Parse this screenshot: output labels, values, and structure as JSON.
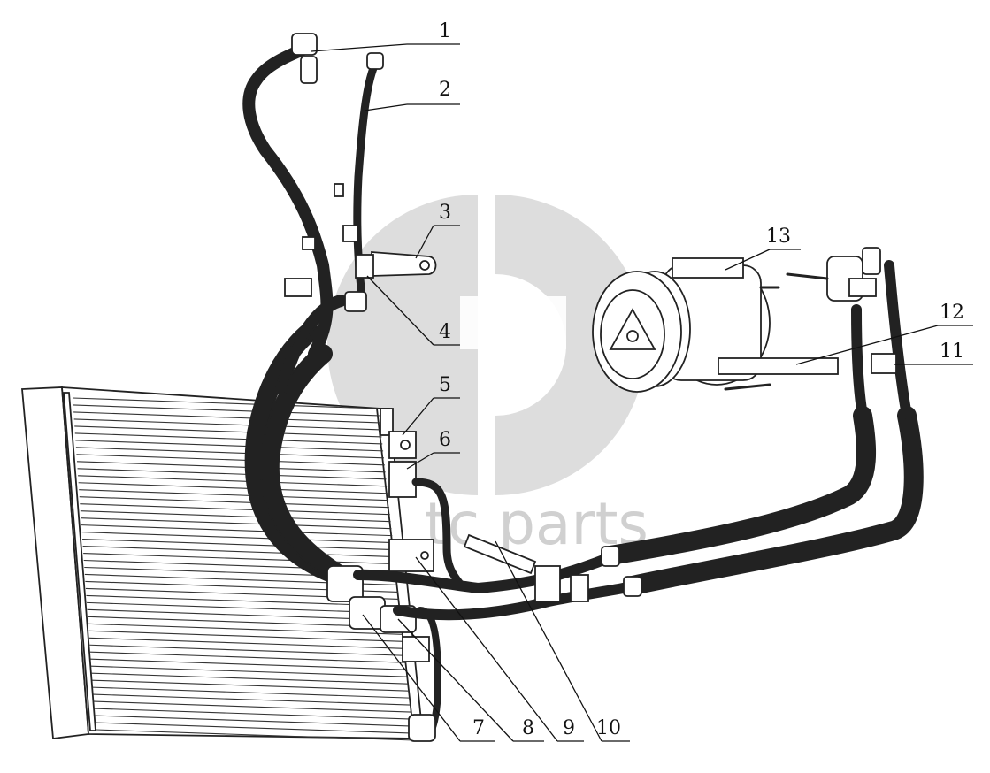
{
  "callouts": [
    {
      "number": "1"
    },
    {
      "number": "2"
    },
    {
      "number": "3"
    },
    {
      "number": "4"
    },
    {
      "number": "5"
    },
    {
      "number": "6"
    },
    {
      "number": "7"
    },
    {
      "number": "8"
    },
    {
      "number": "9"
    },
    {
      "number": "10"
    },
    {
      "number": "11"
    },
    {
      "number": "12"
    },
    {
      "number": "13"
    }
  ],
  "watermark": {
    "text": "tc parts",
    "color": "#c8c8c8"
  },
  "colors": {
    "line": "#222222",
    "background": "#ffffff"
  }
}
